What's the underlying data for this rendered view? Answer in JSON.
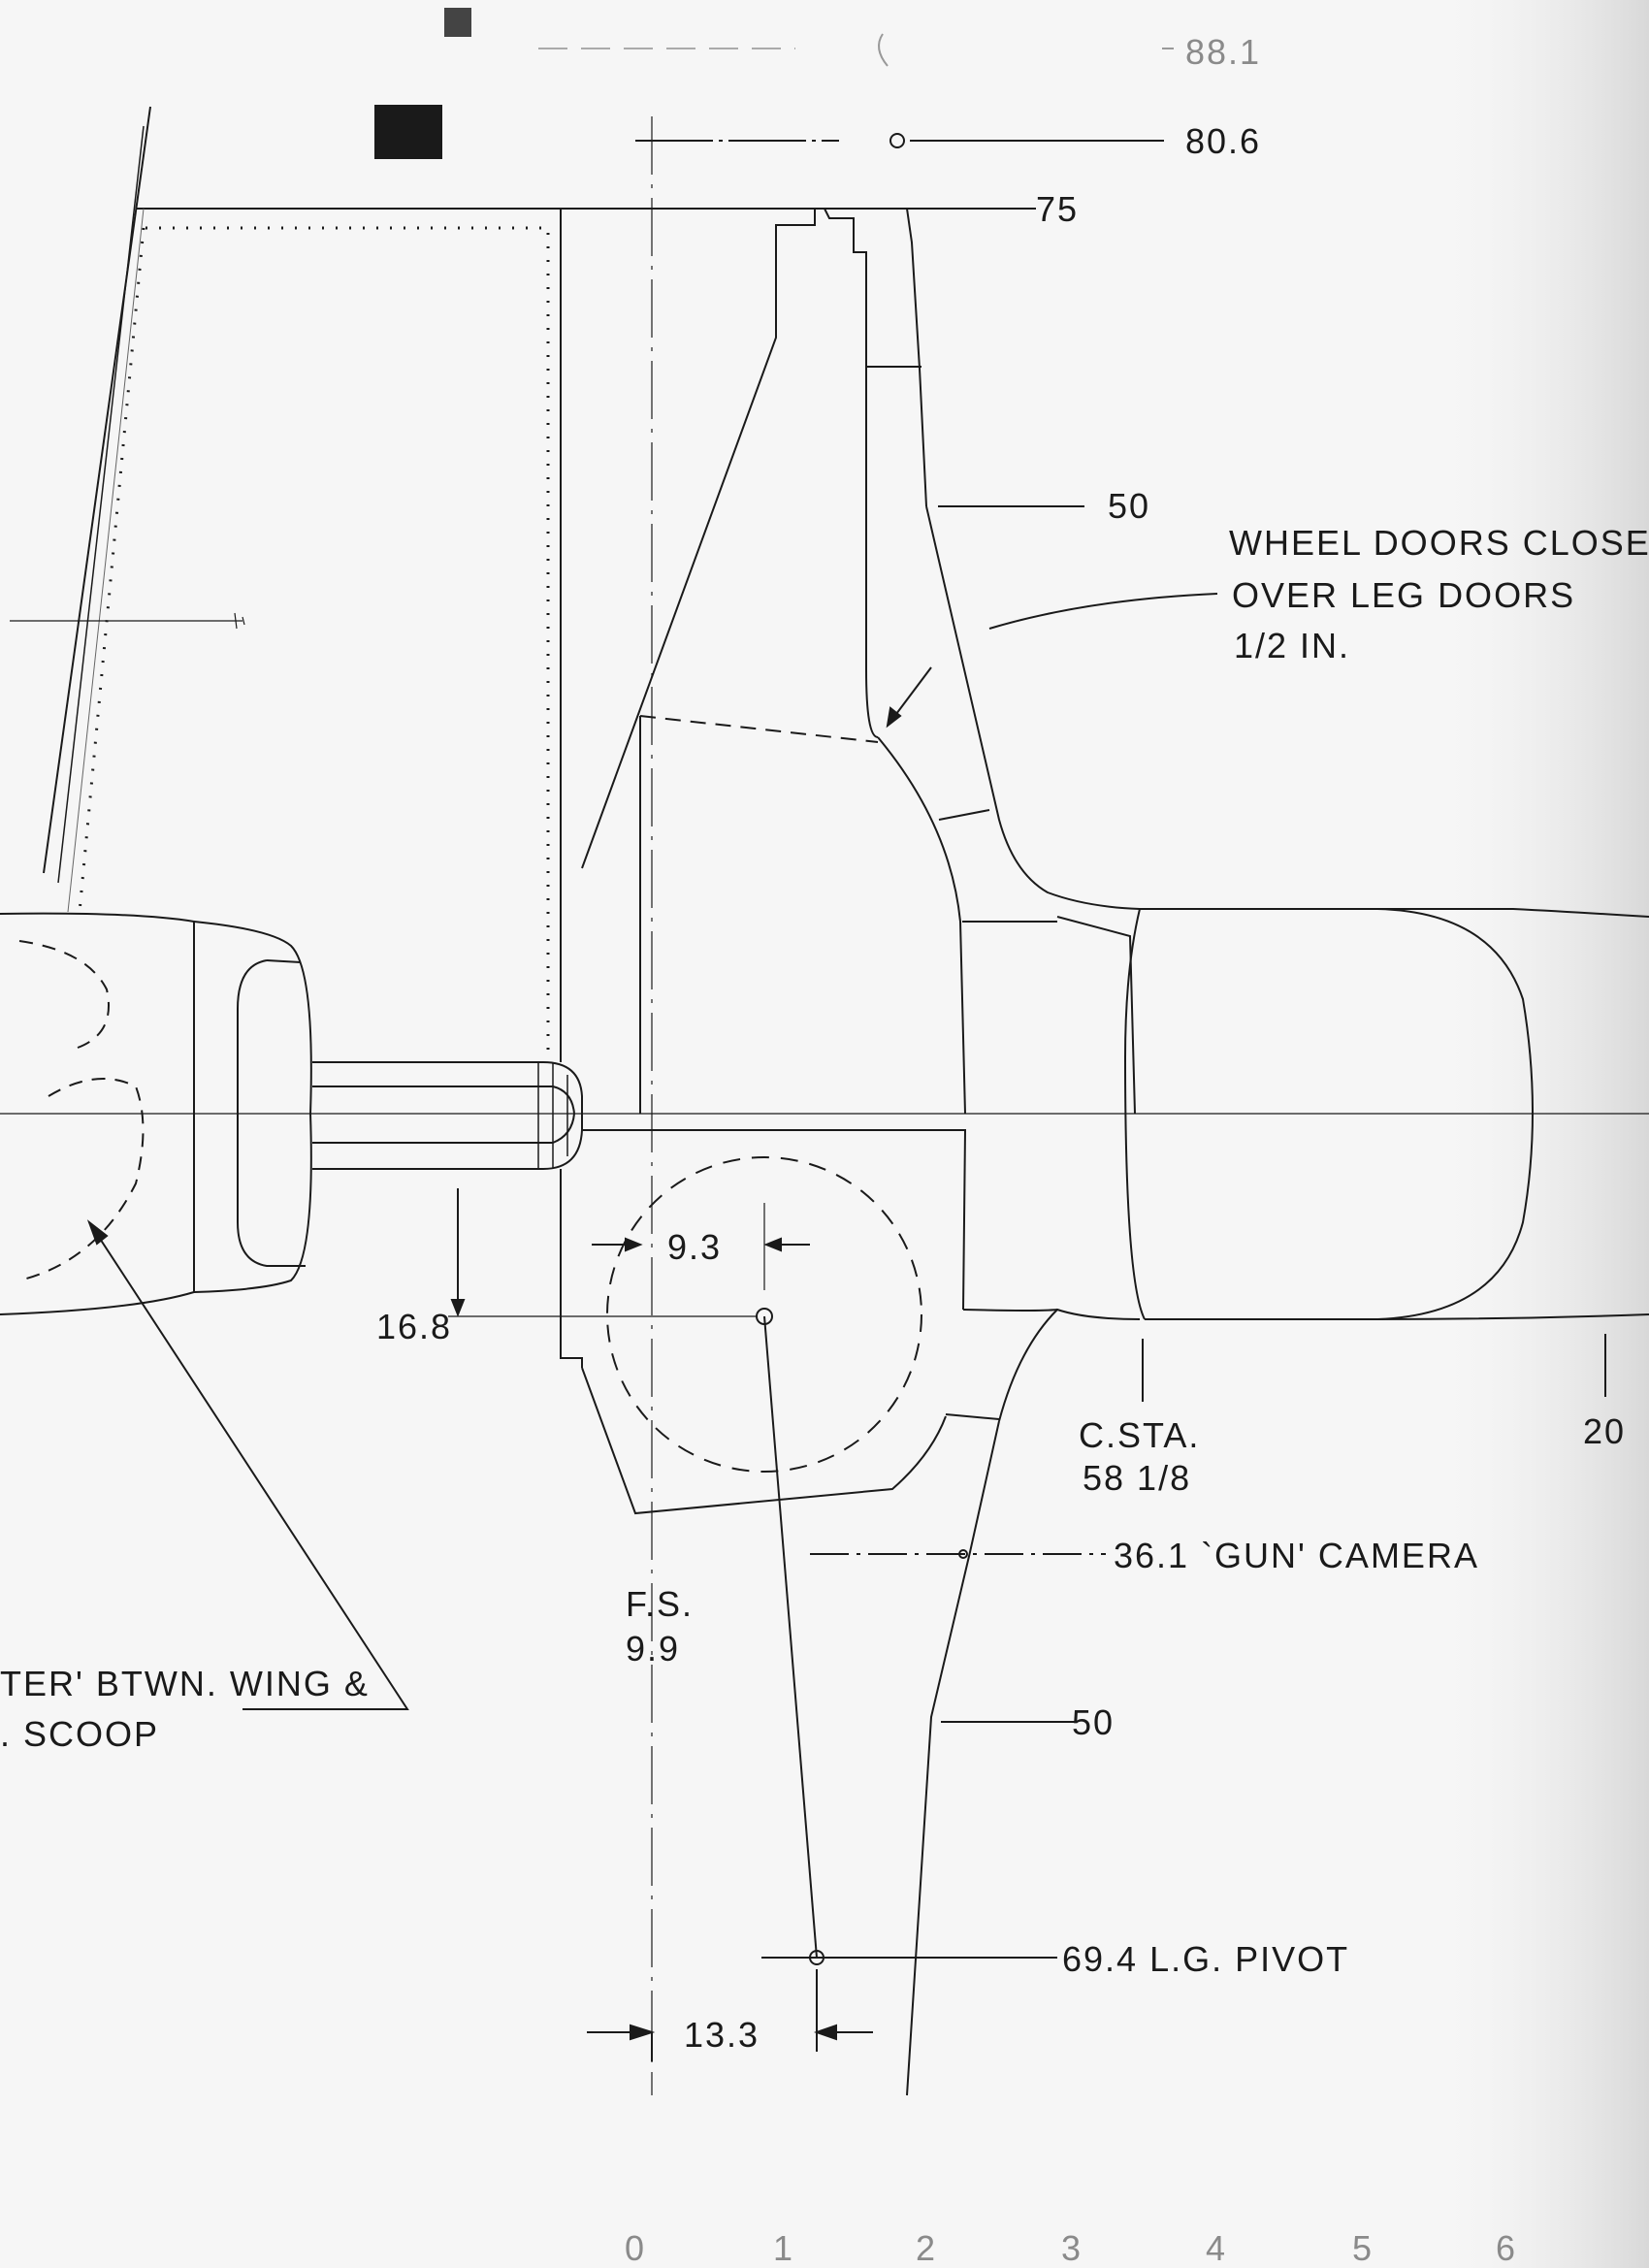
{
  "drawing": {
    "stations": {
      "top_faint": "88.1",
      "s80": "80.6",
      "s75": "75",
      "s50_upper": "50",
      "s50_lower": "50",
      "s20": "20"
    },
    "note_wheel_doors": [
      "WHEEL DOORS CLOSE",
      "OVER LEG DOORS",
      "1/2 IN."
    ],
    "dim_9_3": "9.3",
    "dim_16_8": "16.8",
    "dim_13_3": "13.3",
    "c_sta": [
      "C.STA.",
      "58 1/8"
    ],
    "gun_camera": "36.1 `GUN' CAMERA",
    "fs": [
      "F.S.",
      "9.9"
    ],
    "lg_pivot": "69.4  L.G. PIVOT",
    "note_fillet": [
      "TER' BTWN. WING &",
      ". SCOOP"
    ],
    "scale_ticks": [
      "0",
      "1",
      "2",
      "3",
      "4",
      "5",
      "6"
    ]
  }
}
